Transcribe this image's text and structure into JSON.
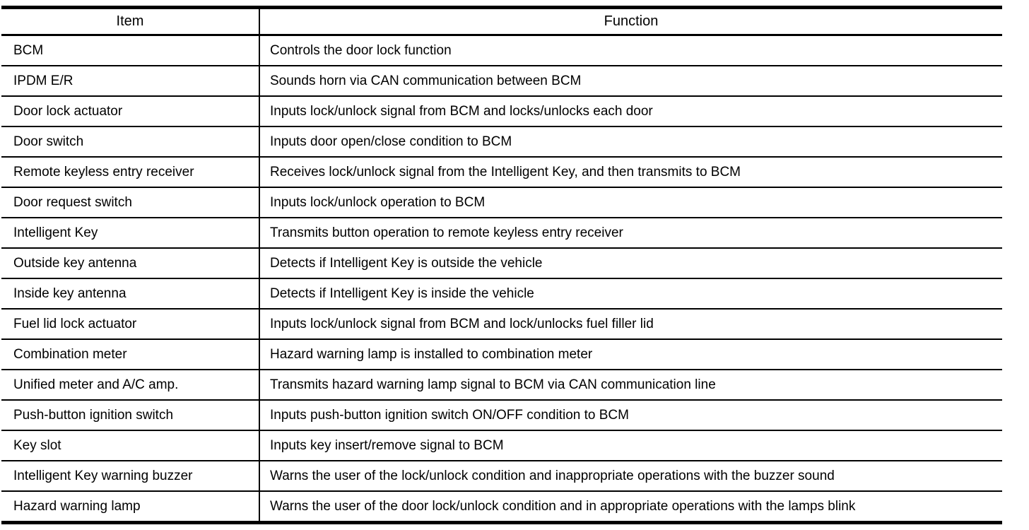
{
  "table": {
    "headers": {
      "item": "Item",
      "function": "Function"
    },
    "rows": [
      {
        "item": "BCM",
        "function": "Controls the door lock function"
      },
      {
        "item": "IPDM E/R",
        "function": "Sounds horn via CAN communication between BCM"
      },
      {
        "item": "Door lock actuator",
        "function": "Inputs lock/unlock signal from BCM and locks/unlocks each door"
      },
      {
        "item": "Door switch",
        "function": "Inputs door open/close condition to BCM"
      },
      {
        "item": "Remote keyless entry receiver",
        "function": "Receives lock/unlock signal from the Intelligent Key, and then transmits to BCM"
      },
      {
        "item": "Door request switch",
        "function": "Inputs lock/unlock operation to BCM"
      },
      {
        "item": "Intelligent Key",
        "function": "Transmits button operation to remote keyless entry receiver"
      },
      {
        "item": "Outside key antenna",
        "function": "Detects if Intelligent Key is outside the vehicle"
      },
      {
        "item": "Inside key antenna",
        "function": "Detects if Intelligent Key is inside the vehicle"
      },
      {
        "item": "Fuel lid lock actuator",
        "function": "Inputs lock/unlock signal from BCM and lock/unlocks fuel filler lid"
      },
      {
        "item": "Combination meter",
        "function": "Hazard warning lamp is installed to combination meter"
      },
      {
        "item": "Unified meter and A/C amp.",
        "function": "Transmits hazard warning lamp signal to BCM via CAN communication line"
      },
      {
        "item": "Push-button ignition switch",
        "function": "Inputs push-button ignition switch ON/OFF condition to BCM"
      },
      {
        "item": "Key slot",
        "function": "Inputs key insert/remove signal to BCM"
      },
      {
        "item": "Intelligent Key warning buzzer",
        "function": "Warns the user of the lock/unlock condition and inappropriate operations with the buzzer sound"
      },
      {
        "item": "Hazard warning lamp",
        "function": "Warns the user of the door lock/unlock condition and in appropriate operations with the lamps blink"
      }
    ],
    "colors": {
      "border": "#000000",
      "text": "#000000",
      "background": "#ffffff"
    }
  }
}
